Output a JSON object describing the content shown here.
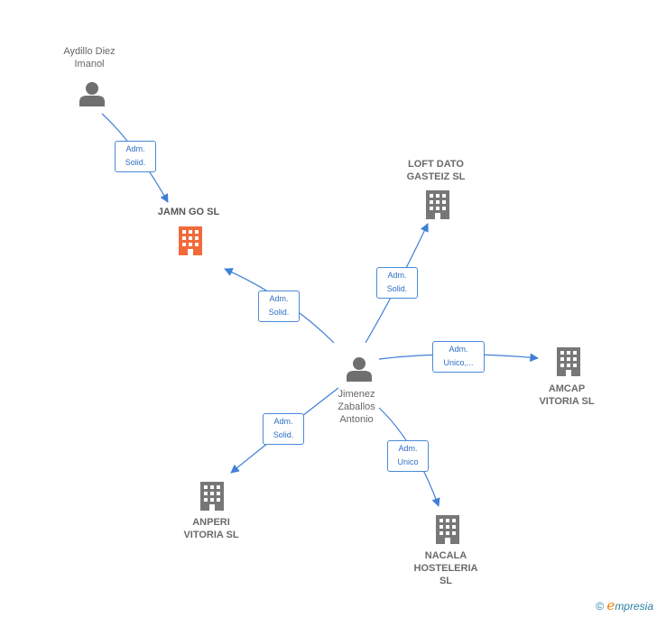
{
  "colors": {
    "edge": "#3f7fd6",
    "person_icon": "#6f6f6f",
    "company_icon": "#777777",
    "focus_company_icon": "#f26a3a"
  },
  "nodes": {
    "aydillo": {
      "line1": "Aydillo Diez",
      "line2": "Imanol",
      "icon": "person-icon"
    },
    "jamn": {
      "line1": "JAMN GO  SL",
      "icon": "building-icon"
    },
    "loft": {
      "line1": "LOFT DATO",
      "line2": "GASTEIZ  SL",
      "icon": "building-icon"
    },
    "jimenez": {
      "line1": "Jimenez",
      "line2": "Zaballos",
      "line3": "Antonio",
      "icon": "person-icon"
    },
    "amcap": {
      "line1": "AMCAP",
      "line2": "VITORIA  SL",
      "icon": "building-icon"
    },
    "anperi": {
      "line1": "ANPERI",
      "line2": "VITORIA  SL",
      "icon": "building-icon"
    },
    "nacala": {
      "line1": "NACALA",
      "line2": "HOSTELERIA",
      "line3": "SL",
      "icon": "building-icon"
    }
  },
  "roles": {
    "aydillo_jamn": {
      "line1": "Adm.",
      "line2": "Solid."
    },
    "jimenez_jamn": {
      "line1": "Adm.",
      "line2": "Solid."
    },
    "jimenez_loft": {
      "line1": "Adm.",
      "line2": "Solid."
    },
    "jimenez_amcap": {
      "line1": "Adm.",
      "line2": "Unico,..."
    },
    "jimenez_anperi": {
      "line1": "Adm.",
      "line2": "Solid."
    },
    "jimenez_nacala": {
      "line1": "Adm.",
      "line2": "Unico"
    }
  },
  "footer": {
    "copyright": "©",
    "brand_initial": "e",
    "brand_rest": "mpresia"
  }
}
